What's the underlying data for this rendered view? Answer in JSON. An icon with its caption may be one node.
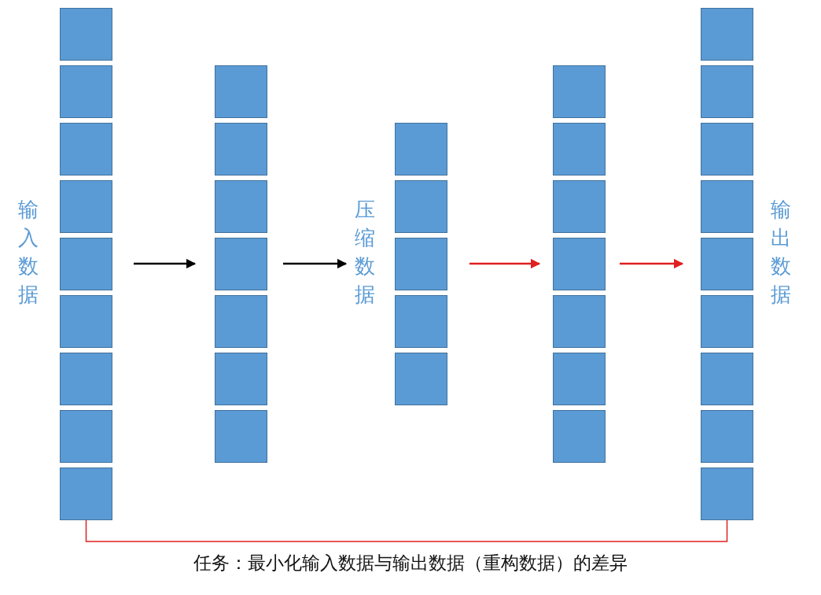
{
  "diagram": {
    "caption": "任务：最小化输入数据与输出数据（重构数据）的差异",
    "nodes": [
      {
        "text": [],
        "shape": "bar",
        "beside": [
          "输入数据"
        ]
      },
      {
        "text": [],
        "shape": "bar"
      },
      {
        "text": [],
        "shape": "bar",
        "beside": [
          "压缩数据"
        ]
      },
      {
        "text": [],
        "shape": "bar"
      },
      {
        "text": [],
        "shape": "bar",
        "beside": [
          "输出数据"
        ]
      }
    ],
    "edges": [
      {
        "from": 0,
        "to": 1,
        "arrow": "to",
        "color": "#000000"
      },
      {
        "from": 1,
        "to": 2,
        "arrow": "to",
        "color": "#000000"
      },
      {
        "from": 2,
        "to": 3,
        "arrow": "to",
        "color": "#e02020"
      },
      {
        "from": 3,
        "to": 4,
        "arrow": "to",
        "color": "#e02020"
      },
      {
        "from": 0,
        "to": 4,
        "arrow": "none",
        "color": "#e02020"
      }
    ]
  }
}
